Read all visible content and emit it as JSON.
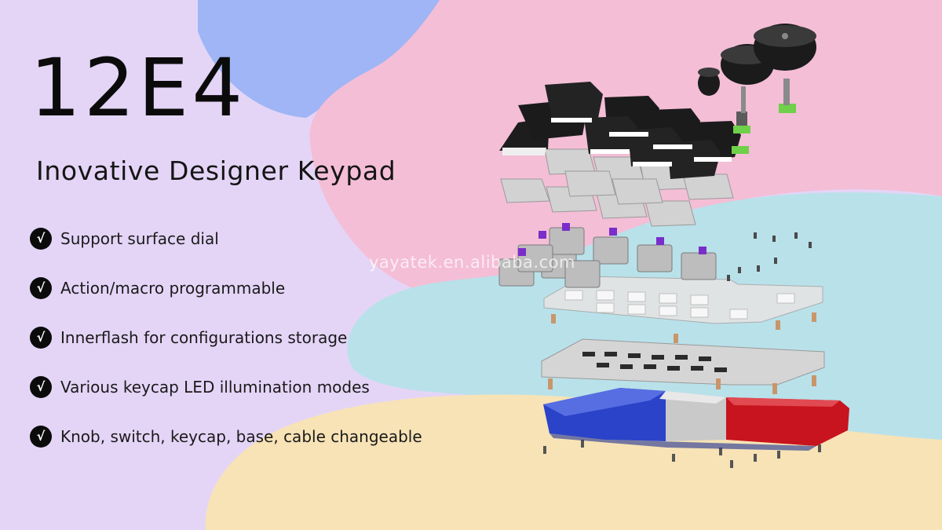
{
  "title": "12E4",
  "subtitle": "Inovative Designer Keypad",
  "features": [
    {
      "icon": "check-icon",
      "text": "Support surface dial"
    },
    {
      "icon": "check-icon",
      "text": "Action/macro programmable"
    },
    {
      "icon": "check-icon",
      "text": "Innerflash for configurations storage"
    },
    {
      "icon": "check-icon",
      "text": "Various keycap LED illumination modes"
    },
    {
      "icon": "check-icon",
      "text": "Knob, switch, keycap, base, cable changeable"
    }
  ],
  "check_glyph": "√",
  "watermark": "yayatek.en.alibaba.com",
  "colors": {
    "background_lavender": "#e4d5f7",
    "background_blue": "#9fb5f5",
    "background_pink": "#f4bed6",
    "background_cyan": "#b9e1ea",
    "background_cream": "#f7e3b6",
    "text_dark": "#0b0b0b",
    "case_blue": "#2a43c8",
    "case_red": "#c8141e",
    "switch_purple": "#7a2ec9",
    "encoder_green": "#6fd04a"
  }
}
